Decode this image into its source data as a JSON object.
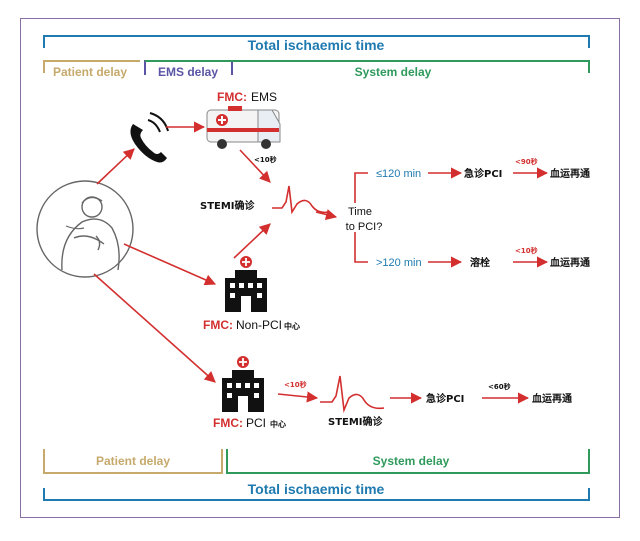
{
  "timeline": {
    "top_total": "Total ischaemic time",
    "top_patient": "Patient delay",
    "top_ems": "EMS delay",
    "top_system": "System delay",
    "bottom_patient": "Patient delay",
    "bottom_system": "System delay",
    "bottom_total": "Total ischaemic time"
  },
  "fmc_ems": {
    "prefix": "FMC:",
    "name": "EMS"
  },
  "fmc_nonpci": {
    "prefix": "FMC:",
    "name": "Non-PCI",
    "suffix": "中心"
  },
  "fmc_pci": {
    "prefix": "FMC:",
    "name": "PCI",
    "suffix": "中心"
  },
  "labels": {
    "lt10_ems": "<10秒",
    "stemi_top": "STEMI确诊",
    "decision_line1": "Time",
    "decision_line2": "to PCI?",
    "le120": "≤120 min",
    "gt120": ">120 min",
    "primary_pci_top": "急诊PCI",
    "lt90": "<90秒",
    "reperfusion_top": "血运再通",
    "thrombolysis": "溶栓",
    "lt10_lysis": "<10秒",
    "reperfusion_mid": "血运再通",
    "lt10_pci": "<10秒",
    "stemi_bottom": "STEMI确诊",
    "primary_pci_bottom": "急诊PCI",
    "lt60": "<60秒",
    "reperfusion_bottom": "血运再通"
  },
  "colors": {
    "brand_blue": "#1f7ab0",
    "patient_gold": "#c6a96b",
    "ems_purple": "#5a55a5",
    "system_green": "#2f9a5c",
    "arrow_red": "#d32f2f",
    "fmc_red": "#d32f2f",
    "frame_purple": "#8a6fa6"
  }
}
